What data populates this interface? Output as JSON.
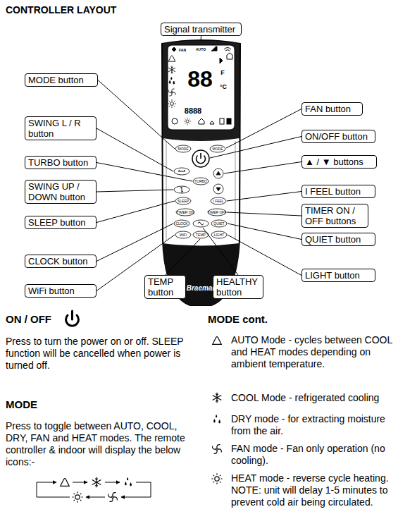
{
  "diagram": {
    "title": "CONTROLLER LAYOUT",
    "nodes": [
      {
        "text": [
          "Signal transmitter"
        ]
      },
      {
        "text": [
          "MODE button"
        ]
      },
      {
        "text": [
          "FAN button"
        ]
      },
      {
        "text": [
          "SWING L / R button"
        ]
      },
      {
        "text": [
          "ON/OFF button"
        ]
      },
      {
        "text": [
          "TURBO button"
        ]
      },
      {
        "text": [
          "▲ / ▼ buttons"
        ]
      },
      {
        "text": [
          "SWING UP / DOWN button"
        ]
      },
      {
        "text": [
          "I FEEL button"
        ]
      },
      {
        "text": [
          "TIMER ON / OFF buttons"
        ]
      },
      {
        "text": [
          "SLEEP button"
        ]
      },
      {
        "text": [
          "QUIET button"
        ]
      },
      {
        "text": [
          "CLOCK button"
        ]
      },
      {
        "text": [
          "LIGHT button"
        ]
      },
      {
        "text": [
          "TEMP button"
        ]
      },
      {
        "text": [
          "HEALTHY button"
        ]
      },
      {
        "text": [
          "WiFi button"
        ]
      }
    ],
    "labels": [
      "FAN",
      "AUTO",
      "88",
      "F",
      "°C",
      "8888",
      "MODE",
      "MODE",
      "TURBO",
      "SLEEP",
      "I FEEL",
      "TIMER ON",
      "TIMER OFF",
      "CLOCK",
      "QUIET",
      "WiFi",
      "TEMP",
      "LIGHT",
      "Braemar",
      "ON / OFF",
      "Press to turn the power on or off. SLEEP function will be cancelled when power is turned off.",
      "MODE",
      "Press to toggle between AUTO, COOL, DRY, FAN and HEAT modes. The remote controller & indoor will display the below icons:-",
      "MODE cont.",
      "AUTO Mode - cycles between COOL and HEAT modes depending on ambient temperature.",
      "COOL Mode - refrigerated cooling",
      "DRY mode - for extracting moisture from the air.",
      "FAN mode - Fan only operation (no cooling).",
      "HEAT mode - reverse cycle heating. NOTE: unit will delay 1-5 minutes to prevent cold air being circulated."
    ]
  }
}
